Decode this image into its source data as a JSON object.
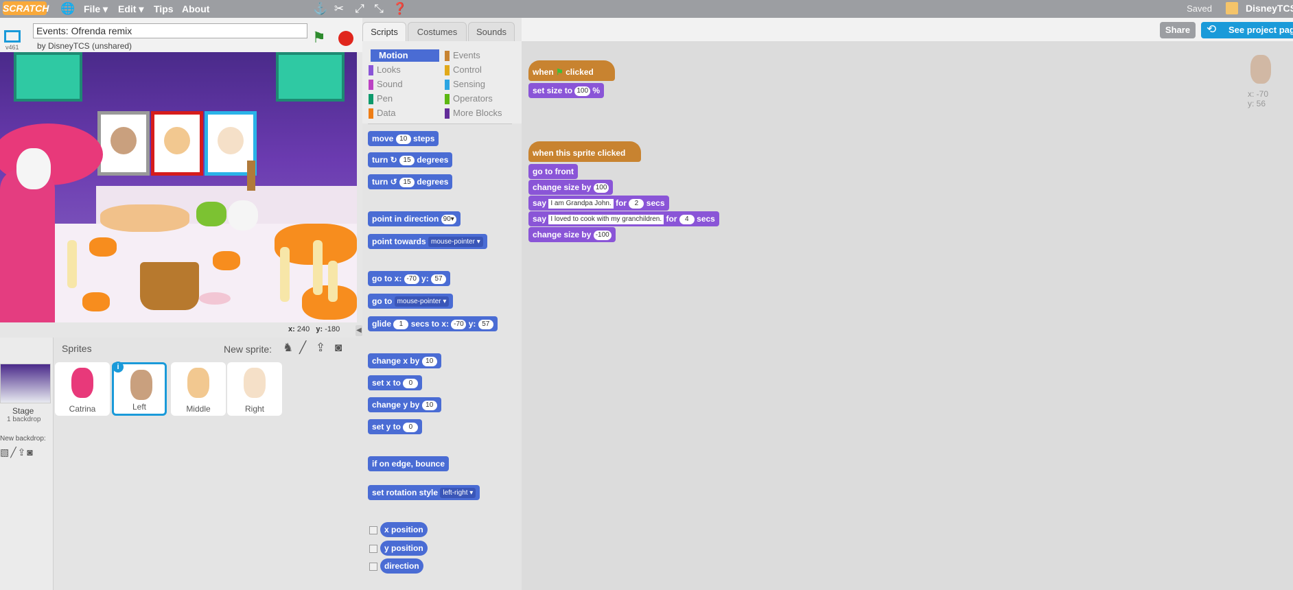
{
  "menubar": {
    "logo": "SCRATCH",
    "menus": [
      "File ▾",
      "Edit ▾",
      "Tips",
      "About"
    ],
    "status": "Saved",
    "username": "DisneyTCS"
  },
  "stage_header": {
    "version": "v461",
    "project_title": "Events: Ofrenda remix",
    "byline": "by DisneyTCS (unshared)"
  },
  "stage": {
    "coords": {
      "x_label": "x:",
      "x": "240",
      "y_label": "y:",
      "y": "-180"
    }
  },
  "sprites_pane": {
    "title": "Sprites",
    "new_sprite_label": "New sprite:",
    "stage_label": "Stage",
    "backdrop_count": "1 backdrop",
    "new_backdrop_label": "New backdrop:",
    "sprites": [
      {
        "name": "Catrina",
        "color": "#e8397a"
      },
      {
        "name": "Left",
        "color": "#c9a07e"
      },
      {
        "name": "Middle",
        "color": "#f2c890"
      },
      {
        "name": "Right",
        "color": "#f5e0c8"
      }
    ]
  },
  "tabs": [
    "Scripts",
    "Costumes",
    "Sounds"
  ],
  "categories": [
    {
      "label": "Motion",
      "color": "#4a6cd4"
    },
    {
      "label": "Events",
      "color": "#c88330"
    },
    {
      "label": "Looks",
      "color": "#8a55d7"
    },
    {
      "label": "Control",
      "color": "#e1a91a"
    },
    {
      "label": "Sound",
      "color": "#bb42c3"
    },
    {
      "label": "Sensing",
      "color": "#2ca5e2"
    },
    {
      "label": "Pen",
      "color": "#0e9a6c"
    },
    {
      "label": "Operators",
      "color": "#5cb712"
    },
    {
      "label": "Data",
      "color": "#ee7d16"
    },
    {
      "label": "More Blocks",
      "color": "#632d99"
    }
  ],
  "palette": {
    "move": {
      "a": "move",
      "n": "10",
      "b": "steps"
    },
    "turn_cw": {
      "a": "turn",
      "n": "15",
      "b": "degrees"
    },
    "turn_ccw": {
      "a": "turn",
      "n": "15",
      "b": "degrees"
    },
    "point_dir": {
      "a": "point in direction",
      "n": "90▾"
    },
    "point_towards": {
      "a": "point towards",
      "dd": "mouse-pointer ▾"
    },
    "goto_xy": {
      "a": "go to x:",
      "x": "-70",
      "b": "y:",
      "y": "57"
    },
    "goto": {
      "a": "go to",
      "dd": "mouse-pointer ▾"
    },
    "glide": {
      "a": "glide",
      "n": "1",
      "b": "secs to x:",
      "x": "-70",
      "c": "y:",
      "y": "57"
    },
    "change_x": {
      "a": "change x by",
      "n": "10"
    },
    "set_x": {
      "a": "set x to",
      "n": "0"
    },
    "change_y": {
      "a": "change y by",
      "n": "10"
    },
    "set_y": {
      "a": "set y to",
      "n": "0"
    },
    "bounce": {
      "a": "if on edge, bounce"
    },
    "rotation": {
      "a": "set rotation style",
      "dd": "left-right ▾"
    },
    "reporters": [
      "x position",
      "y position",
      "direction"
    ]
  },
  "scripts": {
    "script1": {
      "hat": {
        "a": "when",
        "b": "clicked"
      },
      "set_size": {
        "a": "set size to",
        "n": "100",
        "b": "%"
      }
    },
    "script2": {
      "hat": "when this sprite clicked",
      "front": "go to front",
      "change1": {
        "a": "change size by",
        "n": "100"
      },
      "say1": {
        "a": "say",
        "s": "I am Grandpa John.",
        "b": "for",
        "n": "2",
        "c": "secs"
      },
      "say2": {
        "a": "say",
        "s": "I loved to cook with my granchildren.",
        "b": "for",
        "n": "4",
        "c": "secs"
      },
      "change2": {
        "a": "change size by",
        "n": "-100"
      }
    }
  },
  "script_header": {
    "share": "Share",
    "see_project": "See project page"
  },
  "sprite_info": {
    "x": "x: -70",
    "y": "y: 56"
  }
}
